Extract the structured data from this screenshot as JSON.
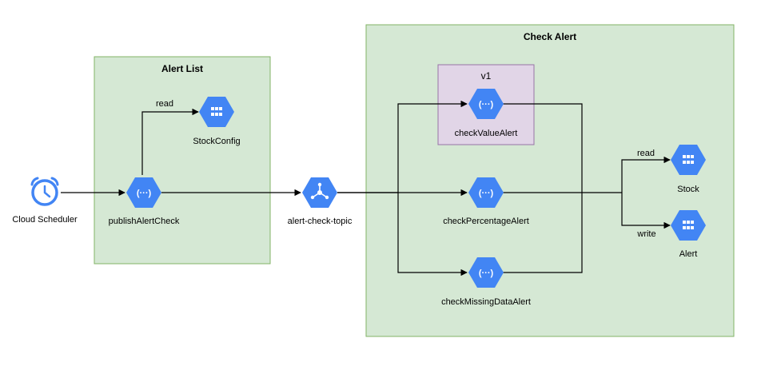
{
  "groups": {
    "alert_list": {
      "title": "Alert List"
    },
    "check_alert": {
      "title": "Check Alert"
    },
    "version": {
      "title": "v1"
    }
  },
  "nodes": {
    "scheduler": {
      "label": "Cloud Scheduler",
      "icon": "alarm-clock-icon"
    },
    "publish": {
      "label": "publishAlertCheck",
      "icon": "cloud-function-icon"
    },
    "stock_config": {
      "label": "StockConfig",
      "icon": "datastore-icon"
    },
    "topic": {
      "label": "alert-check-topic",
      "icon": "pubsub-icon"
    },
    "check_value": {
      "label": "checkValueAlert",
      "icon": "cloud-function-icon"
    },
    "check_percentage": {
      "label": "checkPercentageAlert",
      "icon": "cloud-function-icon"
    },
    "check_missing": {
      "label": "checkMissingDataAlert",
      "icon": "cloud-function-icon"
    },
    "stock": {
      "label": "Stock",
      "icon": "datastore-icon"
    },
    "alert": {
      "label": "Alert",
      "icon": "datastore-icon"
    }
  },
  "edges": {
    "read_config": "read",
    "read_stock": "read",
    "write_alert": "write"
  },
  "colors": {
    "group_fill": "#d5e8d4",
    "group_stroke": "#82b366",
    "version_fill": "#e1d5e7",
    "version_stroke": "#9673a6",
    "icon_blue": "#4285f4"
  }
}
